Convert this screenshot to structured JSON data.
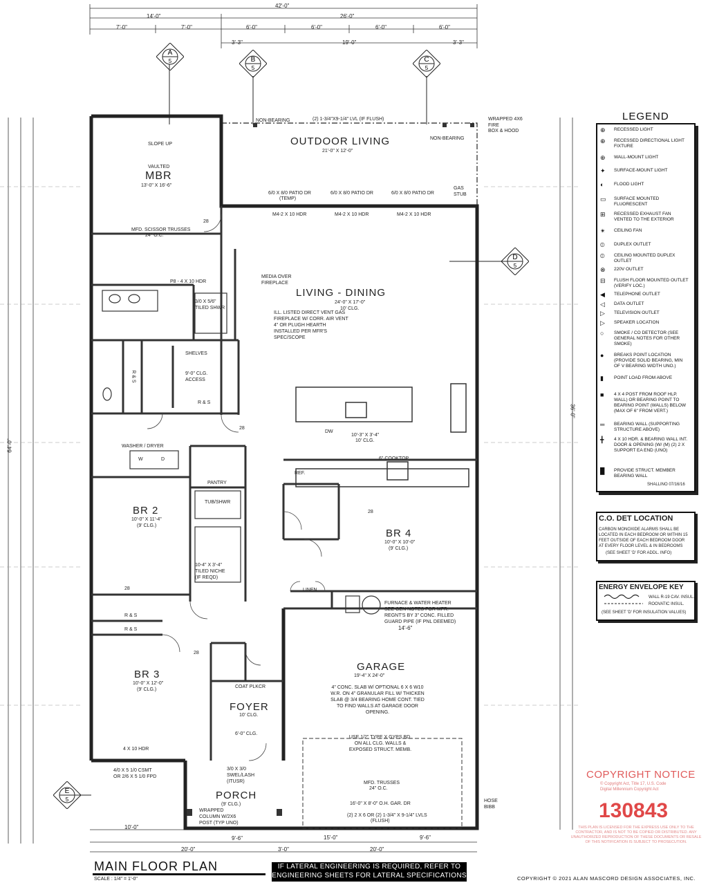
{
  "title": {
    "main": "MAIN FLOOR PLAN",
    "scale": "SCALE : 1/4\" = 1'-0\""
  },
  "lateral_note": {
    "line1": "IF LATERAL ENGINEERING IS REQUIRED, REFER TO",
    "line2": "ENGINEERING SHEETS FOR LATERAL SPECIFICATIONS"
  },
  "copyright_footer": "COPYRIGHT  ©  2021  ALAN MASCORD DESIGN ASSOCIATES, INC.",
  "copyright_notice": {
    "title": "COPYRIGHT NOTICE",
    "lines": [
      "© Copyright Act, Title 17, U.S. Code",
      "Digital Millennium Copyright Act"
    ],
    "number": "130843",
    "fine": "THIS PLAN IS LICENSED FOR THE EXPRESS USE ONLY TO THE CONTRACTOR, AND IS NOT TO BE COPIED OR DISTRIBUTED. ANY UNAUTHORIZED REPRODUCTION OF THESE DOCUMENTS OR RESALE OF THIS NOTIFICATION IS SUBJECT TO PROSECUTION."
  },
  "rooms": {
    "outdoor_living": {
      "name": "OUTDOOR LIVING",
      "size": "21'-0\" X 12'-0\""
    },
    "mbr": {
      "pre": "VAULTED",
      "name": "MBR",
      "size": "13'-0\" X 16'-6\""
    },
    "living_dining": {
      "name": "LIVING - DINING",
      "size": "24'-0\" X 17'-0\"",
      "clg": "10' CLG."
    },
    "br2": {
      "name": "BR 2",
      "size": "10'-0\" X 11'-4\"",
      "clg": "(9' CLG.)"
    },
    "br3": {
      "name": "BR 3",
      "size": "10'-0\" X 12'-0\"",
      "clg": "(9' CLG.)"
    },
    "br4": {
      "name": "BR 4",
      "size": "10'-0\" X 10'-0\"",
      "clg": "(9' CLG.)"
    },
    "foyer": {
      "name": "FOYER",
      "clg": "10' CLG."
    },
    "garage": {
      "name": "GARAGE",
      "size": "19'-4\" X 24'-0\""
    },
    "porch": {
      "name": "PORCH",
      "clg": "(9' CLG.)"
    }
  },
  "notes": {
    "beam": "(2) 1-3/4\"X9-1/4\" LVL (IF FLUSH)",
    "wrapped_fire": "WRAPPED 4X6 FIRE",
    "box_hood": "BOX & HOOD",
    "non_bearing_a": "NON-BEARING",
    "non_bearing_b": "NON-BEARING",
    "slope_up": "SLOPE UP",
    "scissor": "MFD. SCISSOR TRUSSES",
    "scissor_oc": "24\" O.C.",
    "patio1": "6/0 X 8/0 PATIO DR",
    "patio2": "6/0 X 8/0 PATIO DR",
    "patio3": "6/0 X 8/0 PATIO DR",
    "temp": "(TEMP)",
    "hdr1": "M4-2 X 10 HDR",
    "hdr2": "M4-2 X 10 HDR",
    "hdr3": "M4-2 X 10 HDR",
    "gas_stub": "GAS STUB",
    "media": "MEDIA OVER FIREPLACE",
    "fireplace": "ILL. LISTED DIRECT VENT GAS FIREPLACE W/ CORR. AIR VENT 4\" OR PLUGH HEARTH INSTALLED PER MFR'S SPEC/SCOPE",
    "kitchen_dims": "10'-3\" X 3'-4\"",
    "kitchen_clg": "10' CLG.",
    "cooktop": "6\" COOKTOP",
    "dw": "DW",
    "ref": "REF.",
    "pantry": "PANTRY",
    "washer": "WASHER / DRYER",
    "w": "W",
    "d": "D",
    "shelves": "SHELVES",
    "clg_access": "9'-0\" CLG. ACCESS",
    "rs_a": "R & S",
    "rs_b": "R & S",
    "rs_c": "R & S",
    "rs_d": "R & S",
    "tiled_shwr": "3/0 X 5/6\" TILED SHWR",
    "p8_hdr": "P8 - 4 X 10 HDR",
    "tub": "TUB/SHWR",
    "tiled_niche": "10-4\" X 3'-4\" TILED NICHE (IF REQD)",
    "linen": "LINEN",
    "furnace": "FURNACE & WATER HEATER SEE GEN NOTES FOR MFR. REGNT'S BY 3\" CONC. FILLED GUARD PIPE (IF PNL DEEMED)",
    "garage_slab": "4\" CONC. SLAB W/ OPTIONAL 6 X 6 W10 W.R. ON 4\" GRANULAR FILL W/ THICKEN SLAB @ 3/4 BEARING HOME CONT. TIED TO FIND WALLS AT GARAGE DOOR OPENING.",
    "garage_gyp": "USE 1/2\" TYPE X GYPS BD. ON ALL CLG. WALLS & EXPOSED STRUCT. MEMB.",
    "garage_truss": "MFD. TRUSSES",
    "garage_truss_oc": "24\" O.C.",
    "garage_door": "16'-0\" X 8'-0\" O.H. GAR. DR",
    "garage_door_hdr": "(2) 2 X 6 OR (2) 1-3/4\" X 9-1/4\" LVLS",
    "garage_door_flush": "(FLUSH)",
    "hose": "HOSE BIBB",
    "coat": "COAT PLKCR",
    "foyer_clg": "6'-0\" CLG.",
    "porch_column": "WRAPPED COLUMN W/2X6 POST (TYP UNO)",
    "porch_door": "3/0 X 3/0 SWEL/LASH (ITUSR)",
    "br3_hdr": "4 X 10 HDR",
    "bedroom_window": "4/0 X 5 1/0 CSMT OR 2/6 X 5 1/0 FPD"
  },
  "dimensions": {
    "overall": "42'-0\"",
    "top_left": "14'-0\"",
    "top_right": "26'-0\"",
    "seg": [
      "7'-0\"",
      "7'-0\"",
      "6'-0\"",
      "6'-0\"",
      "6'-0\"",
      "6'-0\""
    ],
    "mid": [
      "3'-3\"",
      "19'-0\"",
      "3'-3\""
    ],
    "left_overall": "64'-0\"",
    "right_overall": "36'-0\"",
    "bottom": [
      "10'-0\"",
      "15'-0\"",
      "9'-6\""
    ],
    "bottom2": [
      "20'-0\"",
      "3'-0\"",
      "20'-0\""
    ],
    "garage_width": "14'-6\"",
    "porch_width": "9'-6\""
  },
  "legend": {
    "title": "LEGEND",
    "items": [
      {
        "icon": "⊕",
        "label": "RECESSED LIGHT"
      },
      {
        "icon": "⊕",
        "label": "RECESSED DIRECTIONAL LIGHT FIXTURE"
      },
      {
        "icon": "⊕",
        "label": "WALL-MOUNT LIGHT"
      },
      {
        "icon": "✦",
        "label": "SURFACE-MOUNT LIGHT"
      },
      {
        "icon": "◐",
        "label": "FLOOD LIGHT"
      },
      {
        "icon": "▭",
        "label": "SURFACE MOUNTED FLUORESCENT"
      },
      {
        "icon": "⊞",
        "label": "RECESSED EXHAUST FAN VENTED TO THE EXTERIOR"
      },
      {
        "icon": "✴",
        "label": "CEILING FAN"
      },
      {
        "icon": "⦶",
        "label": "DUPLEX OUTLET"
      },
      {
        "icon": "⦶",
        "label": "CEILING MOUNTED DUPLEX OUTLET"
      },
      {
        "icon": "⊗",
        "label": "220V OUTLET"
      },
      {
        "icon": "⊟",
        "label": "FLUSH FLOOR MOUNTED OUTLET (VERIFY LOC.)"
      },
      {
        "icon": "◀",
        "label": "TELEPHONE OUTLET"
      },
      {
        "icon": "◁",
        "label": "DATA OUTLET"
      },
      {
        "icon": "▷",
        "label": "TELEVISION OUTLET"
      },
      {
        "icon": "▷",
        "label": "SPEAKER LOCATION"
      },
      {
        "icon": "○",
        "label": "SMOKE / CO DETECTOR (SEE GENERAL NOTES FOR OTHER SMOKE)"
      },
      {
        "icon": "●",
        "label": "BREAKS POINT LOCATION (PROVIDE SOLID BEARING, MIN OF V BEARING WIDTH UNO.)"
      },
      {
        "icon": "▮",
        "label": "POINT LOAD FROM ABOVE"
      },
      {
        "icon": "■",
        "label": "4 X 4 POST FROM ROOF HLP. WALL) OR BEARING POINT TO BEARING POINT (WALLS) BELOW (MAX OF 6\" FROM VERT.)"
      },
      {
        "icon": "═",
        "label": "BEARING WALL (SUPPORTING STRUCTURE ABOVE)"
      },
      {
        "icon": "╋",
        "label": "4 X 10 HDR. & BEARING WALL INT. DOOR & OPENING (W/ (M) (2) 2 X SUPPORT EA END (UNO)"
      },
      {
        "icon": "█",
        "label": "PROVIDE STRUCT. MEMBER BEARING WALL"
      }
    ],
    "footer": "SHALLINO 07/16/16"
  },
  "co_panel": {
    "title": "C.O. DET LOCATION",
    "text": "CARBON MONOXIDE ALARMS SHALL BE LOCATED IN EACH BEDROOM OR WITHIN 15 FEET OUTSIDE OF EACH BEDROOM DOOR AT EVERY FLOOR LEVEL & IN BEDROOMS",
    "note": "(SEE SHEET 'D' FOR ADDL. INFO)"
  },
  "energy_panel": {
    "title": "ENERGY ENVELOPE KEY",
    "row1": "WALL R-19 CAV. INSUL.",
    "row2": "ROOVATIC INSUL.",
    "note": "(SEE SHEET 'D' FOR INSULATION VALUES)"
  },
  "section_markers": [
    {
      "letter": "A",
      "num": "5"
    },
    {
      "letter": "B",
      "num": "5"
    },
    {
      "letter": "C",
      "num": "5"
    },
    {
      "letter": "D",
      "num": "5"
    },
    {
      "letter": "E",
      "num": "5"
    }
  ],
  "door_tag": "28"
}
